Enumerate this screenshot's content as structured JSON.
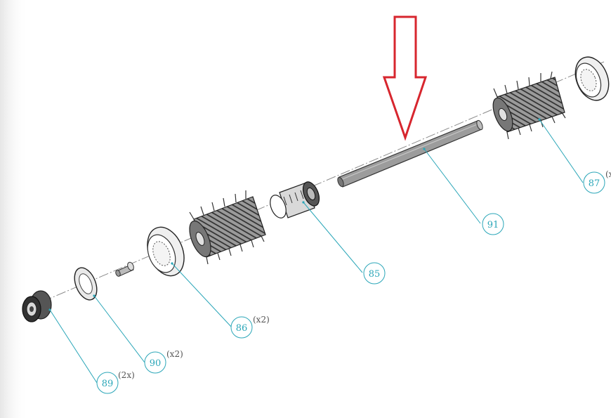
{
  "diagram": {
    "accent_color": "#2aa6b8",
    "arrow_color": "#d7262e",
    "callouts": [
      {
        "id": "91",
        "label": "91",
        "qty": ""
      },
      {
        "id": "85",
        "label": "85",
        "qty": ""
      },
      {
        "id": "86",
        "label": "86",
        "qty": "(x2)"
      },
      {
        "id": "90",
        "label": "90",
        "qty": "(x2)"
      },
      {
        "id": "89",
        "label": "89",
        "qty": "(2x)"
      },
      {
        "id": "87",
        "label": "87",
        "qty": "(x"
      }
    ]
  }
}
